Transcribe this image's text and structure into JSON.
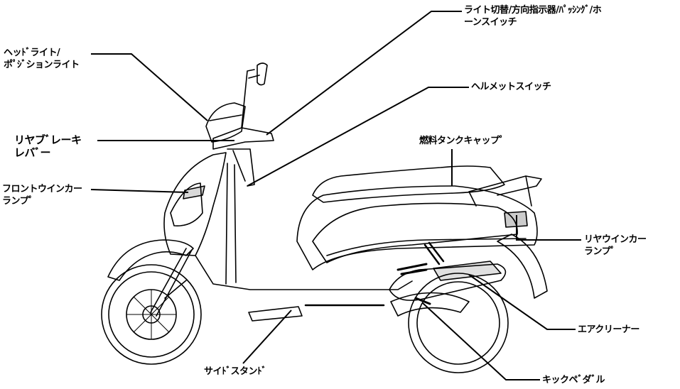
{
  "labels": {
    "light_switch": [
      "ライト切替/方向指示器/ﾊﾟｯｼﾝｸﾞ/ホ",
      "ーンスイッチ"
    ],
    "headlight": [
      "ヘッﾄﾞライト/",
      "ポﾟｼﾞションライト"
    ],
    "helmet_switch": [
      "ヘルメットスイッチ"
    ],
    "rear_brake": [
      "リヤブﾞレーキ",
      "レバﾞー"
    ],
    "fuel_cap": [
      "燃料タンクキャップﾟ"
    ],
    "front_winker": [
      "フロントウインカー",
      "ランプﾟ"
    ],
    "rear_winker": [
      "リヤウインカー",
      "ランプﾟ"
    ],
    "air_cleaner": [
      "エアクリーナー"
    ],
    "side_stand": [
      "サイﾄﾞスタンﾄﾞ"
    ],
    "kick_pedal": [
      "キックペﾞダﾞル"
    ]
  },
  "colors": {
    "line": "#000000",
    "background": "#ffffff"
  }
}
